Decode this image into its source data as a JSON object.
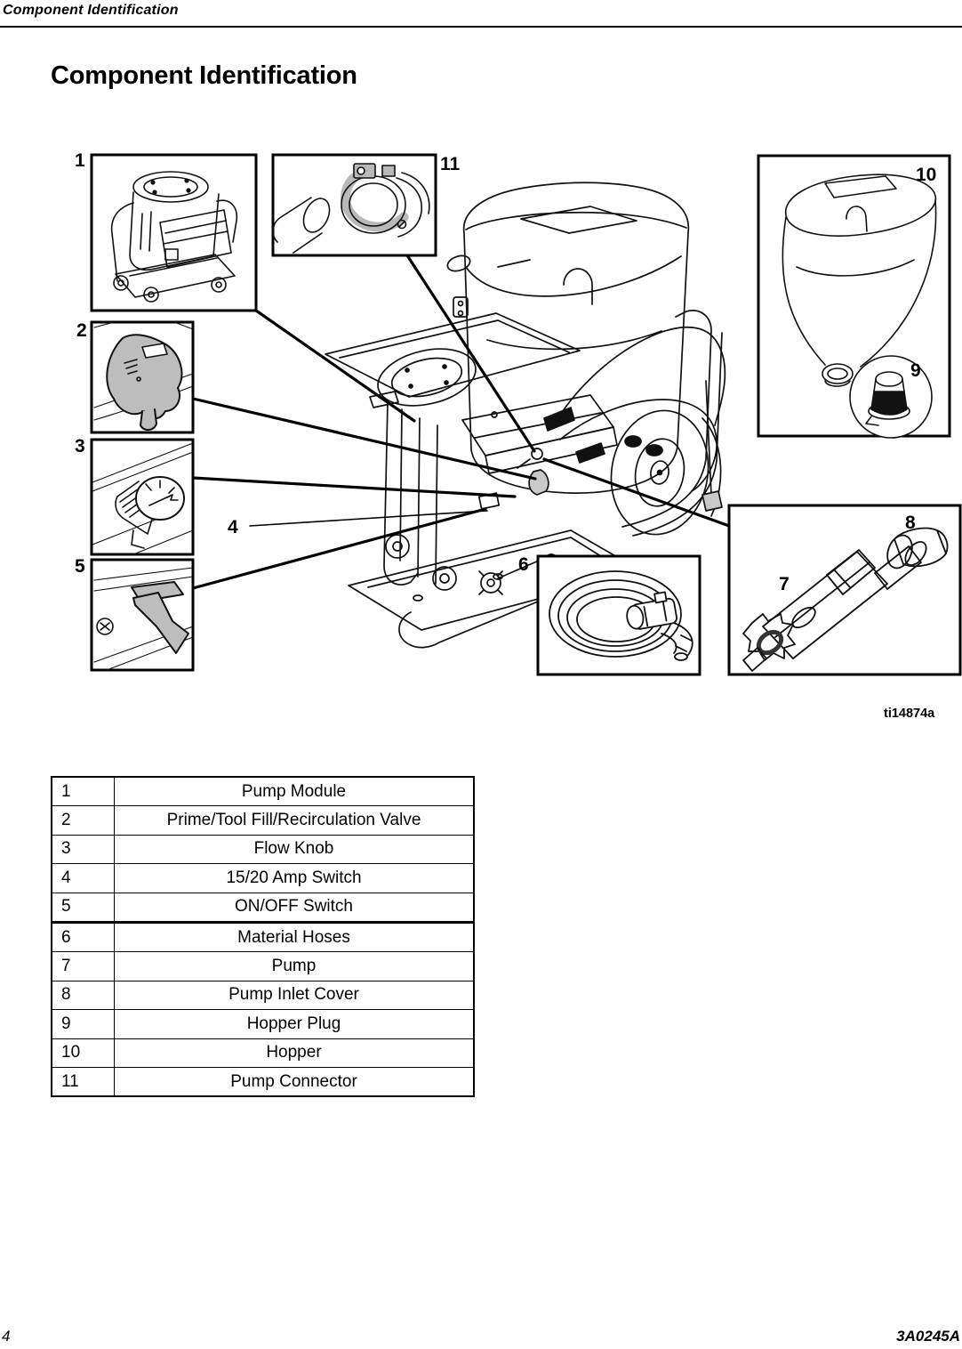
{
  "page": {
    "running_header": "Component Identification",
    "title": "Component Identification",
    "figure_id": "ti14874a",
    "page_number": "4",
    "doc_number": "3A0245A"
  },
  "diagram": {
    "callouts": [
      "1",
      "2",
      "3",
      "4",
      "5",
      "6",
      "7",
      "8",
      "9",
      "10",
      "11"
    ]
  },
  "table": {
    "rows": [
      {
        "num": "1",
        "name": "Pump Module"
      },
      {
        "num": "2",
        "name": "Prime/Tool Fill/Recirculation Valve"
      },
      {
        "num": "3",
        "name": "Flow Knob"
      },
      {
        "num": "4",
        "name": "15/20 Amp Switch"
      },
      {
        "num": "5",
        "name": "ON/OFF Switch"
      },
      {
        "num": "6",
        "name": "Material Hoses"
      },
      {
        "num": "7",
        "name": "Pump"
      },
      {
        "num": "8",
        "name": "Pump Inlet Cover"
      },
      {
        "num": "9",
        "name": "Hopper Plug"
      },
      {
        "num": "10",
        "name": "Hopper"
      },
      {
        "num": "11",
        "name": "Pump Connector"
      }
    ]
  },
  "colors": {
    "ink": "#000000",
    "lever_gray": "#bdbdbd",
    "paper": "#ffffff"
  }
}
